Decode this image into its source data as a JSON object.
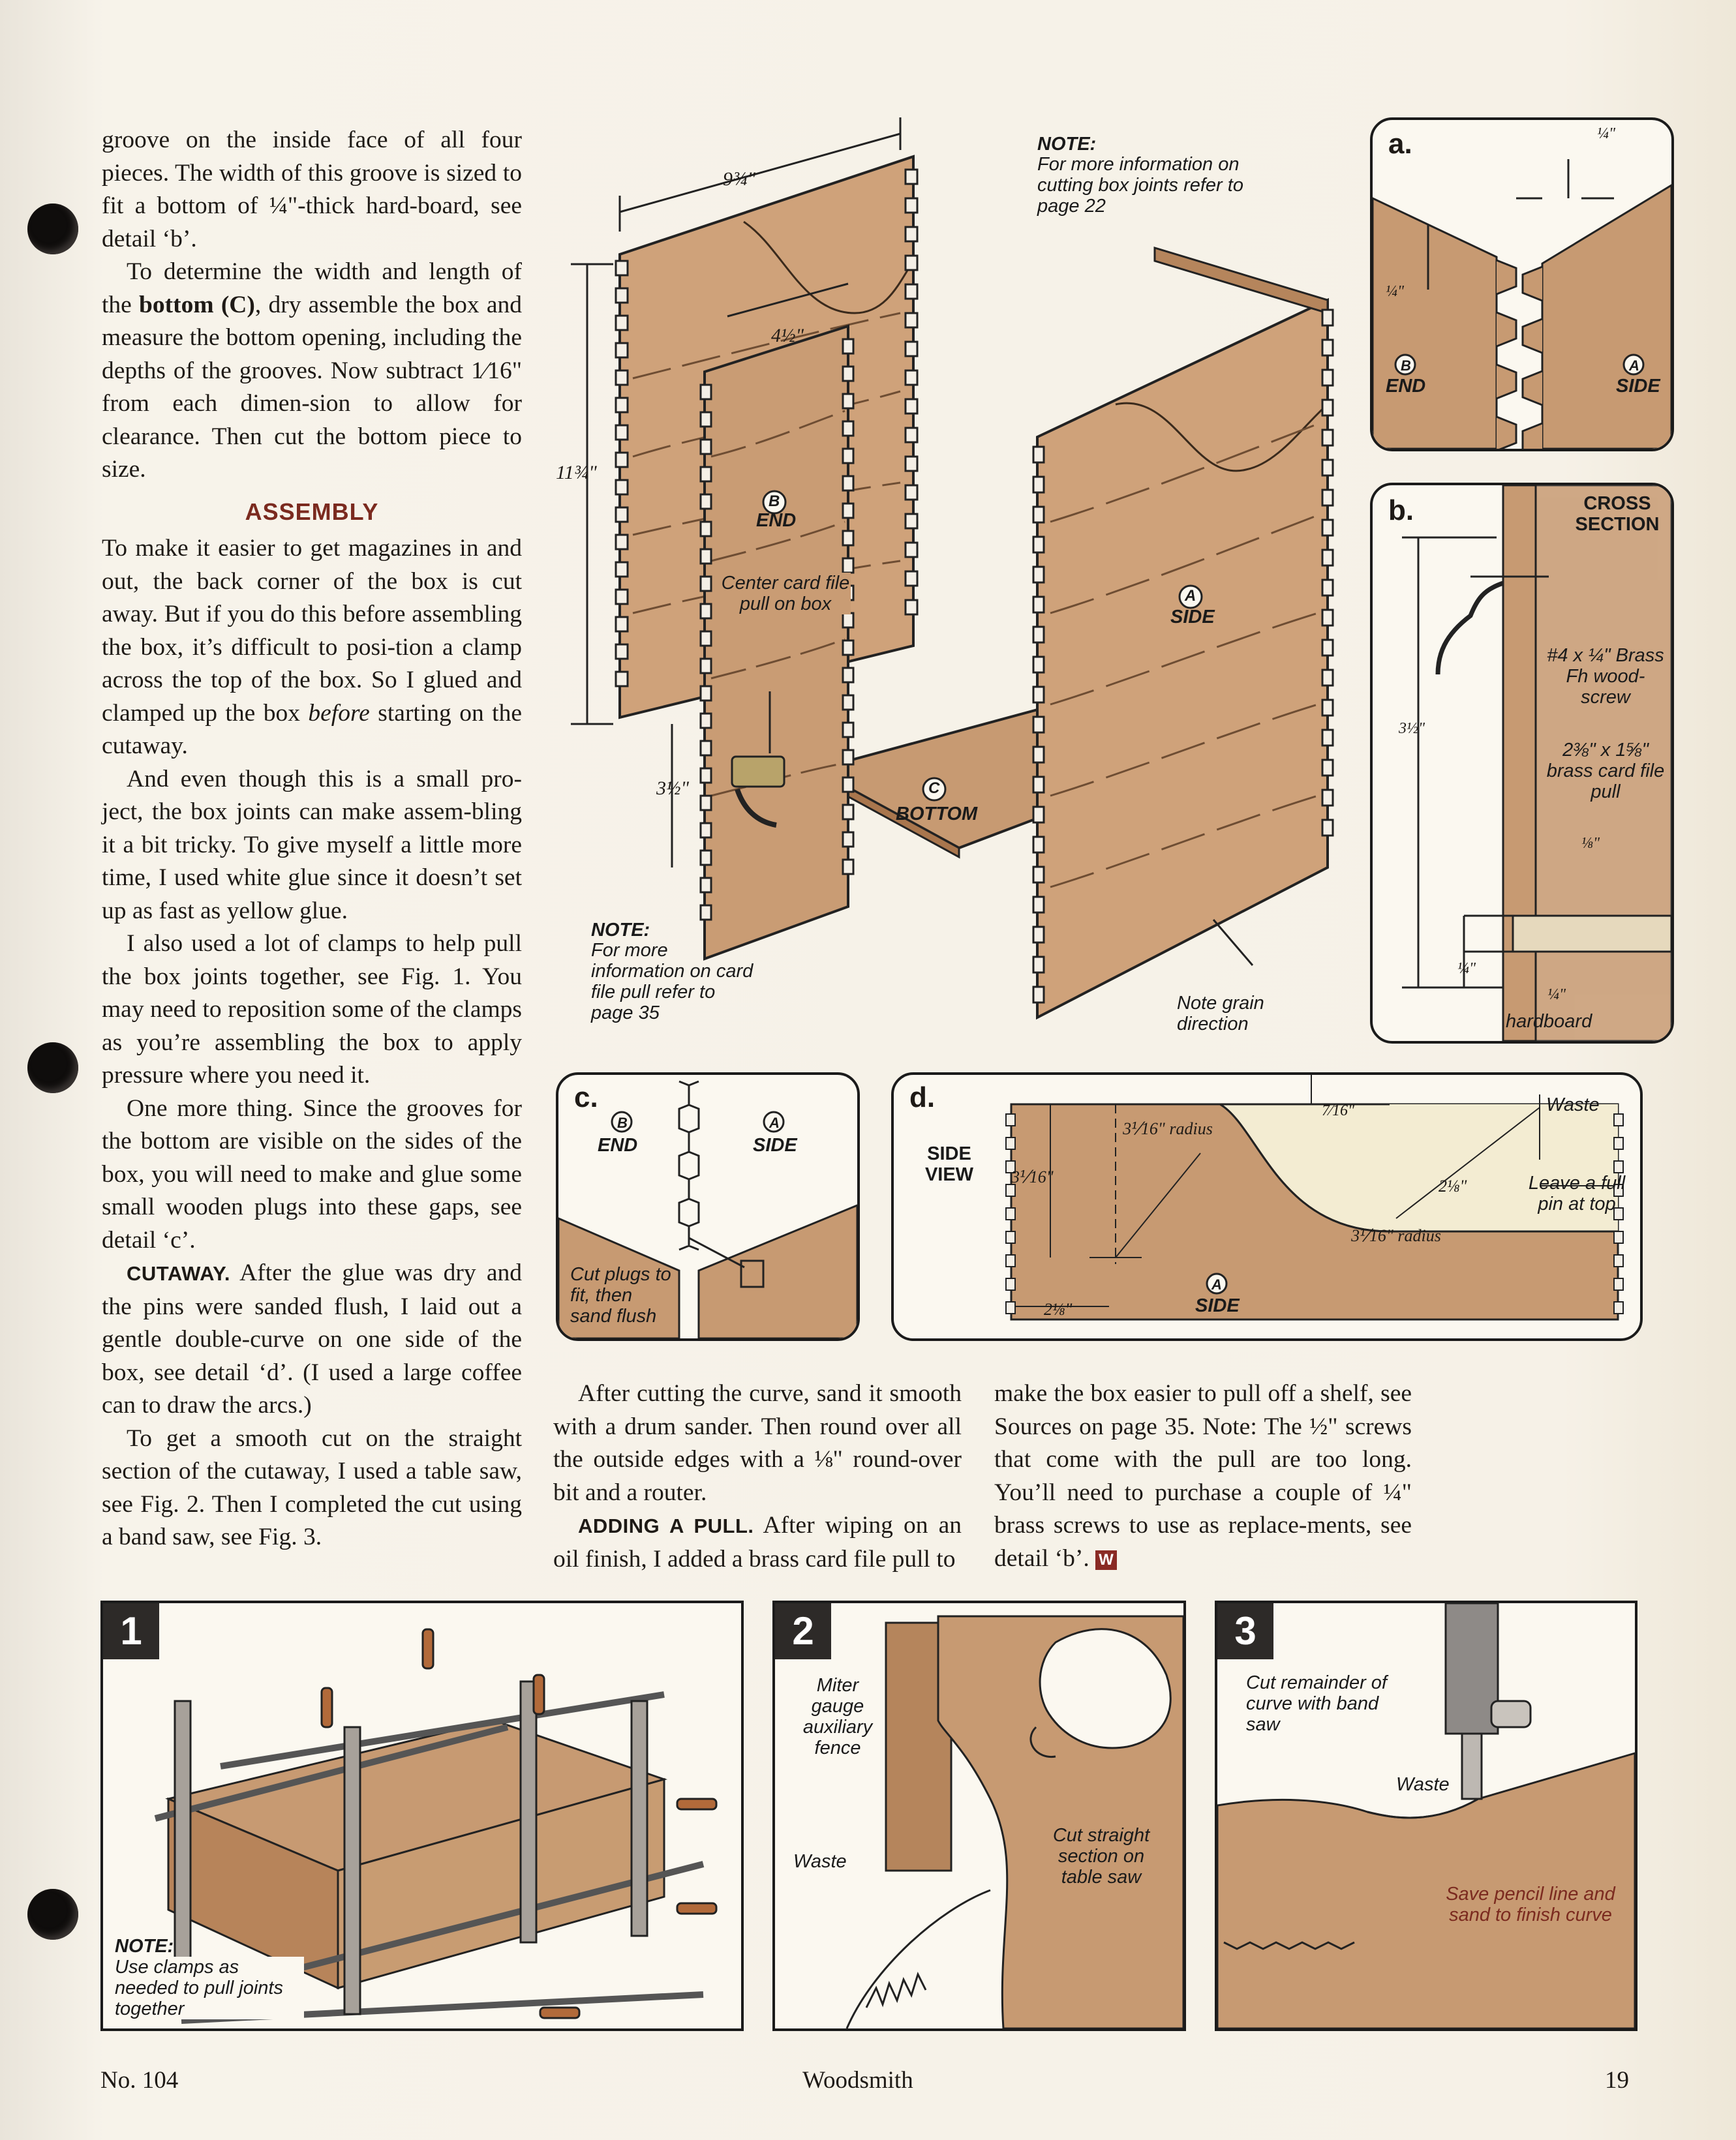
{
  "article": {
    "col1": {
      "p1": "groove on the inside face of all four pieces. The width of this groove is sized to fit a bottom of ¼\"-thick hard-board, see detail ‘b’.",
      "p2_pre": "To determine the width and length of the ",
      "p2_bold": "bottom (C)",
      "p2_post": ", dry assemble the box and measure the bottom opening, including the depths of the grooves. Now subtract 1⁄16\" from each dimen-sion to allow for clearance. Then cut the bottom piece to size.",
      "heading": "ASSEMBLY",
      "p3_pre": "To make it easier to get magazines in and out, the back corner of the box is cut away. But if you do this before assembling the box, it’s difficult to posi-tion a clamp across the top of the box. So I glued and clamped up the box ",
      "p3_em": "before",
      "p3_post": " starting on the cutaway.",
      "p4": "And even though this is a small pro-ject, the box joints can make assem-bling it a bit tricky. To give myself a little more time, I used white glue since it doesn’t set up as fast as yellow glue.",
      "p5": "I also used a lot of clamps to help pull the box joints together, see Fig. 1. You may need to reposition some of the clamps as you’re assembling the box to apply pressure where you need it.",
      "p6": "One more thing. Since the grooves for the bottom are visible on the sides of the box, you will need to make and glue some small wooden plugs into these gaps, see detail ‘c’.",
      "p7_runin": "CUTAWAY.",
      "p7": " After the glue was dry and the pins were sanded flush, I laid out a gentle double-curve on one side of the box, see detail ‘d’. (I used a large coffee can to draw the arcs.)",
      "p8": "To get a smooth cut on the straight section of the cutaway, I used a table saw, see Fig. 2. Then I completed the cut using a band saw, see Fig. 3."
    },
    "col2": {
      "p1": "After cutting the curve, sand it smooth with a drum sander. Then round over all the outside edges with a ⅛\" round-over bit and a router.",
      "p2_runin": "ADDING A PULL.",
      "p2": " After wiping on an oil finish, I added a brass card file pull to"
    },
    "col3": {
      "p1": "make the box easier to pull off a shelf, see Sources on page 35. Note: The ½\" screws that come with the pull are too long. You’ll need to purchase a couple of ¼\" brass screws to use as replace-ments, see detail ‘b’.",
      "end_mark": "W"
    }
  },
  "main_drawing": {
    "dim_width": "9¾\"",
    "dim_height": "11¾\"",
    "dim_end": "4½\"",
    "dim_pull": "3½\"",
    "part_b": "B",
    "part_b_name": "END",
    "part_a": "A",
    "part_a_name": "SIDE",
    "part_c": "C",
    "part_c_name": "BOTTOM",
    "center_pull_note": "Center card file pull on box",
    "note_top_title": "NOTE:",
    "note_top": "For more information on cutting box joints refer to page 22",
    "note_bottom_title": "NOTE:",
    "note_bottom": "For more information on card file pull refer to page 35",
    "grain_note": "Note grain direction"
  },
  "detail_a": {
    "letter": "a.",
    "dim_top": "¼\"",
    "dim_left": "¼\"",
    "part_b": "B",
    "end": "END",
    "part_a": "A",
    "side": "SIDE"
  },
  "detail_b": {
    "letter": "b.",
    "title": "CROSS SECTION",
    "screw": "#4 x ¼\" Brass Fh wood-screw",
    "pull": "2⅜\" x 1⅝\" brass card file pull",
    "dim_height": "3½\"",
    "dim_eighth": "⅛\"",
    "dim_quarter": "¼\"",
    "hardboard_dim": "¼\"",
    "hardboard": "hardboard"
  },
  "detail_c": {
    "letter": "c.",
    "part_b": "B",
    "end": "END",
    "part_a": "A",
    "side": "SIDE",
    "note": "Cut plugs to fit, then sand flush"
  },
  "detail_d": {
    "letter": "d.",
    "view": "SIDE VIEW",
    "waste": "Waste",
    "leave_pin": "Leave a full pin at top",
    "r1": "3⅟16\" radius",
    "r2": "3⅟16\" radius",
    "d_top": "7⁄16\"",
    "d_left": "3⅟16\"",
    "d_right": "2⅛\"",
    "d_bottom": "2⅛\"",
    "part_a": "A",
    "side": "SIDE"
  },
  "figures": [
    {
      "num": "1",
      "note_title": "NOTE:",
      "note": "Use clamps as needed to pull joints together"
    },
    {
      "num": "2",
      "fence": "Miter gauge auxiliary fence",
      "waste": "Waste",
      "cut": "Cut straight section on table saw"
    },
    {
      "num": "3",
      "cut": "Cut remainder of curve with band saw",
      "waste": "Waste",
      "save": "Save pencil line and sand to finish curve"
    }
  ],
  "footer": {
    "issue": "No. 104",
    "magazine": "Woodsmith",
    "page": "19"
  },
  "colors": {
    "wood": "#c79a72",
    "wood_dark": "#a9764d",
    "ink": "#1b1b1b",
    "accent": "#7b2a1f"
  }
}
